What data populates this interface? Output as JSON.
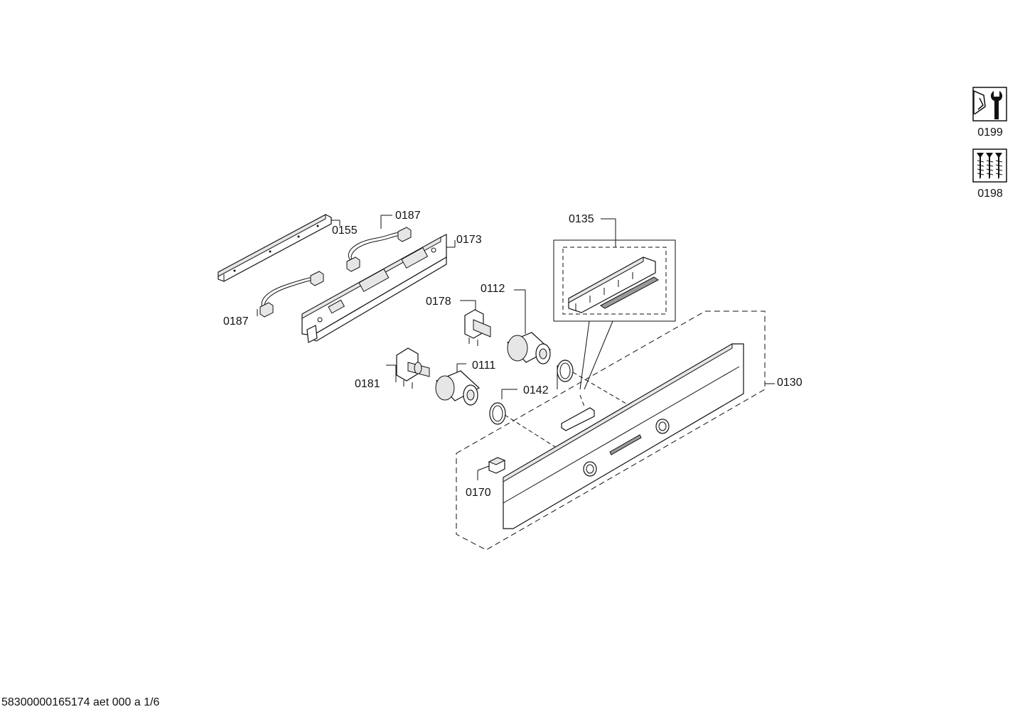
{
  "parts": {
    "p0155": "0155",
    "p0187_top": "0187",
    "p0187_bottom": "0187",
    "p0173": "0173",
    "p0135": "0135",
    "p0178": "0178",
    "p0112": "0112",
    "p0181": "0181",
    "p0111": "0111",
    "p0142": "0142",
    "p0130": "0130",
    "p0170": "0170"
  },
  "icons": {
    "tools_label": "0199",
    "screws_label": "0198",
    "tools_icon": "wrench-tools-icon",
    "screws_icon": "screws-icon"
  },
  "footer": "58300000165174 aet 000 a 1/6"
}
